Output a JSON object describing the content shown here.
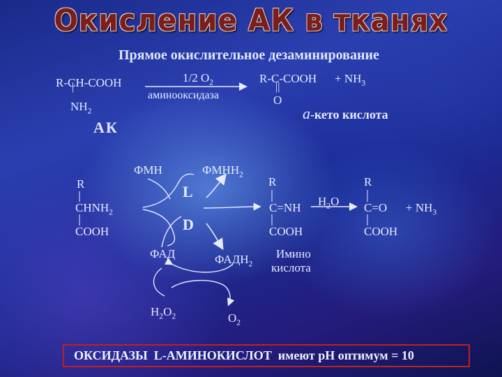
{
  "title": "Окисление АК в тканях",
  "subtitle": "Прямое окислительное дезаминирование",
  "reaction1": {
    "reactant": "R-CH-COOH",
    "reactant_bar": "|",
    "reactant_sub": "NH",
    "reactant_sub_idx": "2",
    "cofactor": "1/2 O",
    "cofactor_idx": "2",
    "enzyme": "аминооксидаза",
    "product": "R-C-COOH",
    "product_plus": "+ NH",
    "product_plus_idx": "3",
    "product_oxo": "O",
    "product_eq": "||",
    "amino_acid_label": "АК",
    "keto_prefix": "a",
    "keto_label": "-кето кислота"
  },
  "scheme": {
    "left": {
      "top": "R",
      "middle": "CHNH",
      "middle_idx": "2",
      "bottom": "COOH"
    },
    "fmn": "ФМН",
    "fmnh": "ФМНН",
    "fmnh_idx": "2",
    "l_label": "L",
    "d_label": "D",
    "fad": "ФАД",
    "fadh": "ФАДН",
    "fadh_idx": "2",
    "h2o2": "H",
    "h2o2_a": "2",
    "h2o2_b": "O",
    "h2o2_c": "2",
    "o2": "O",
    "o2_idx": "2",
    "imino": {
      "top": "R",
      "middle": "C=NH",
      "bottom": "COOH",
      "label1": "Имино",
      "label2": "кислота"
    },
    "water": "H",
    "water_idx": "2",
    "water_o": "O",
    "keto_acid": {
      "top": "R",
      "middle": "C=O",
      "plus": "+ NH",
      "plus_idx": "3",
      "bottom": "COOH"
    }
  },
  "footer": {
    "part1": "ОКСИДАЗЫ  L-АМИНОКИСЛОТ",
    "part2": "  имеют рН оптимум = 10"
  },
  "colors": {
    "title": "#7a1d1d",
    "footer_border": "#c0201e",
    "text": "#e6ebff"
  }
}
